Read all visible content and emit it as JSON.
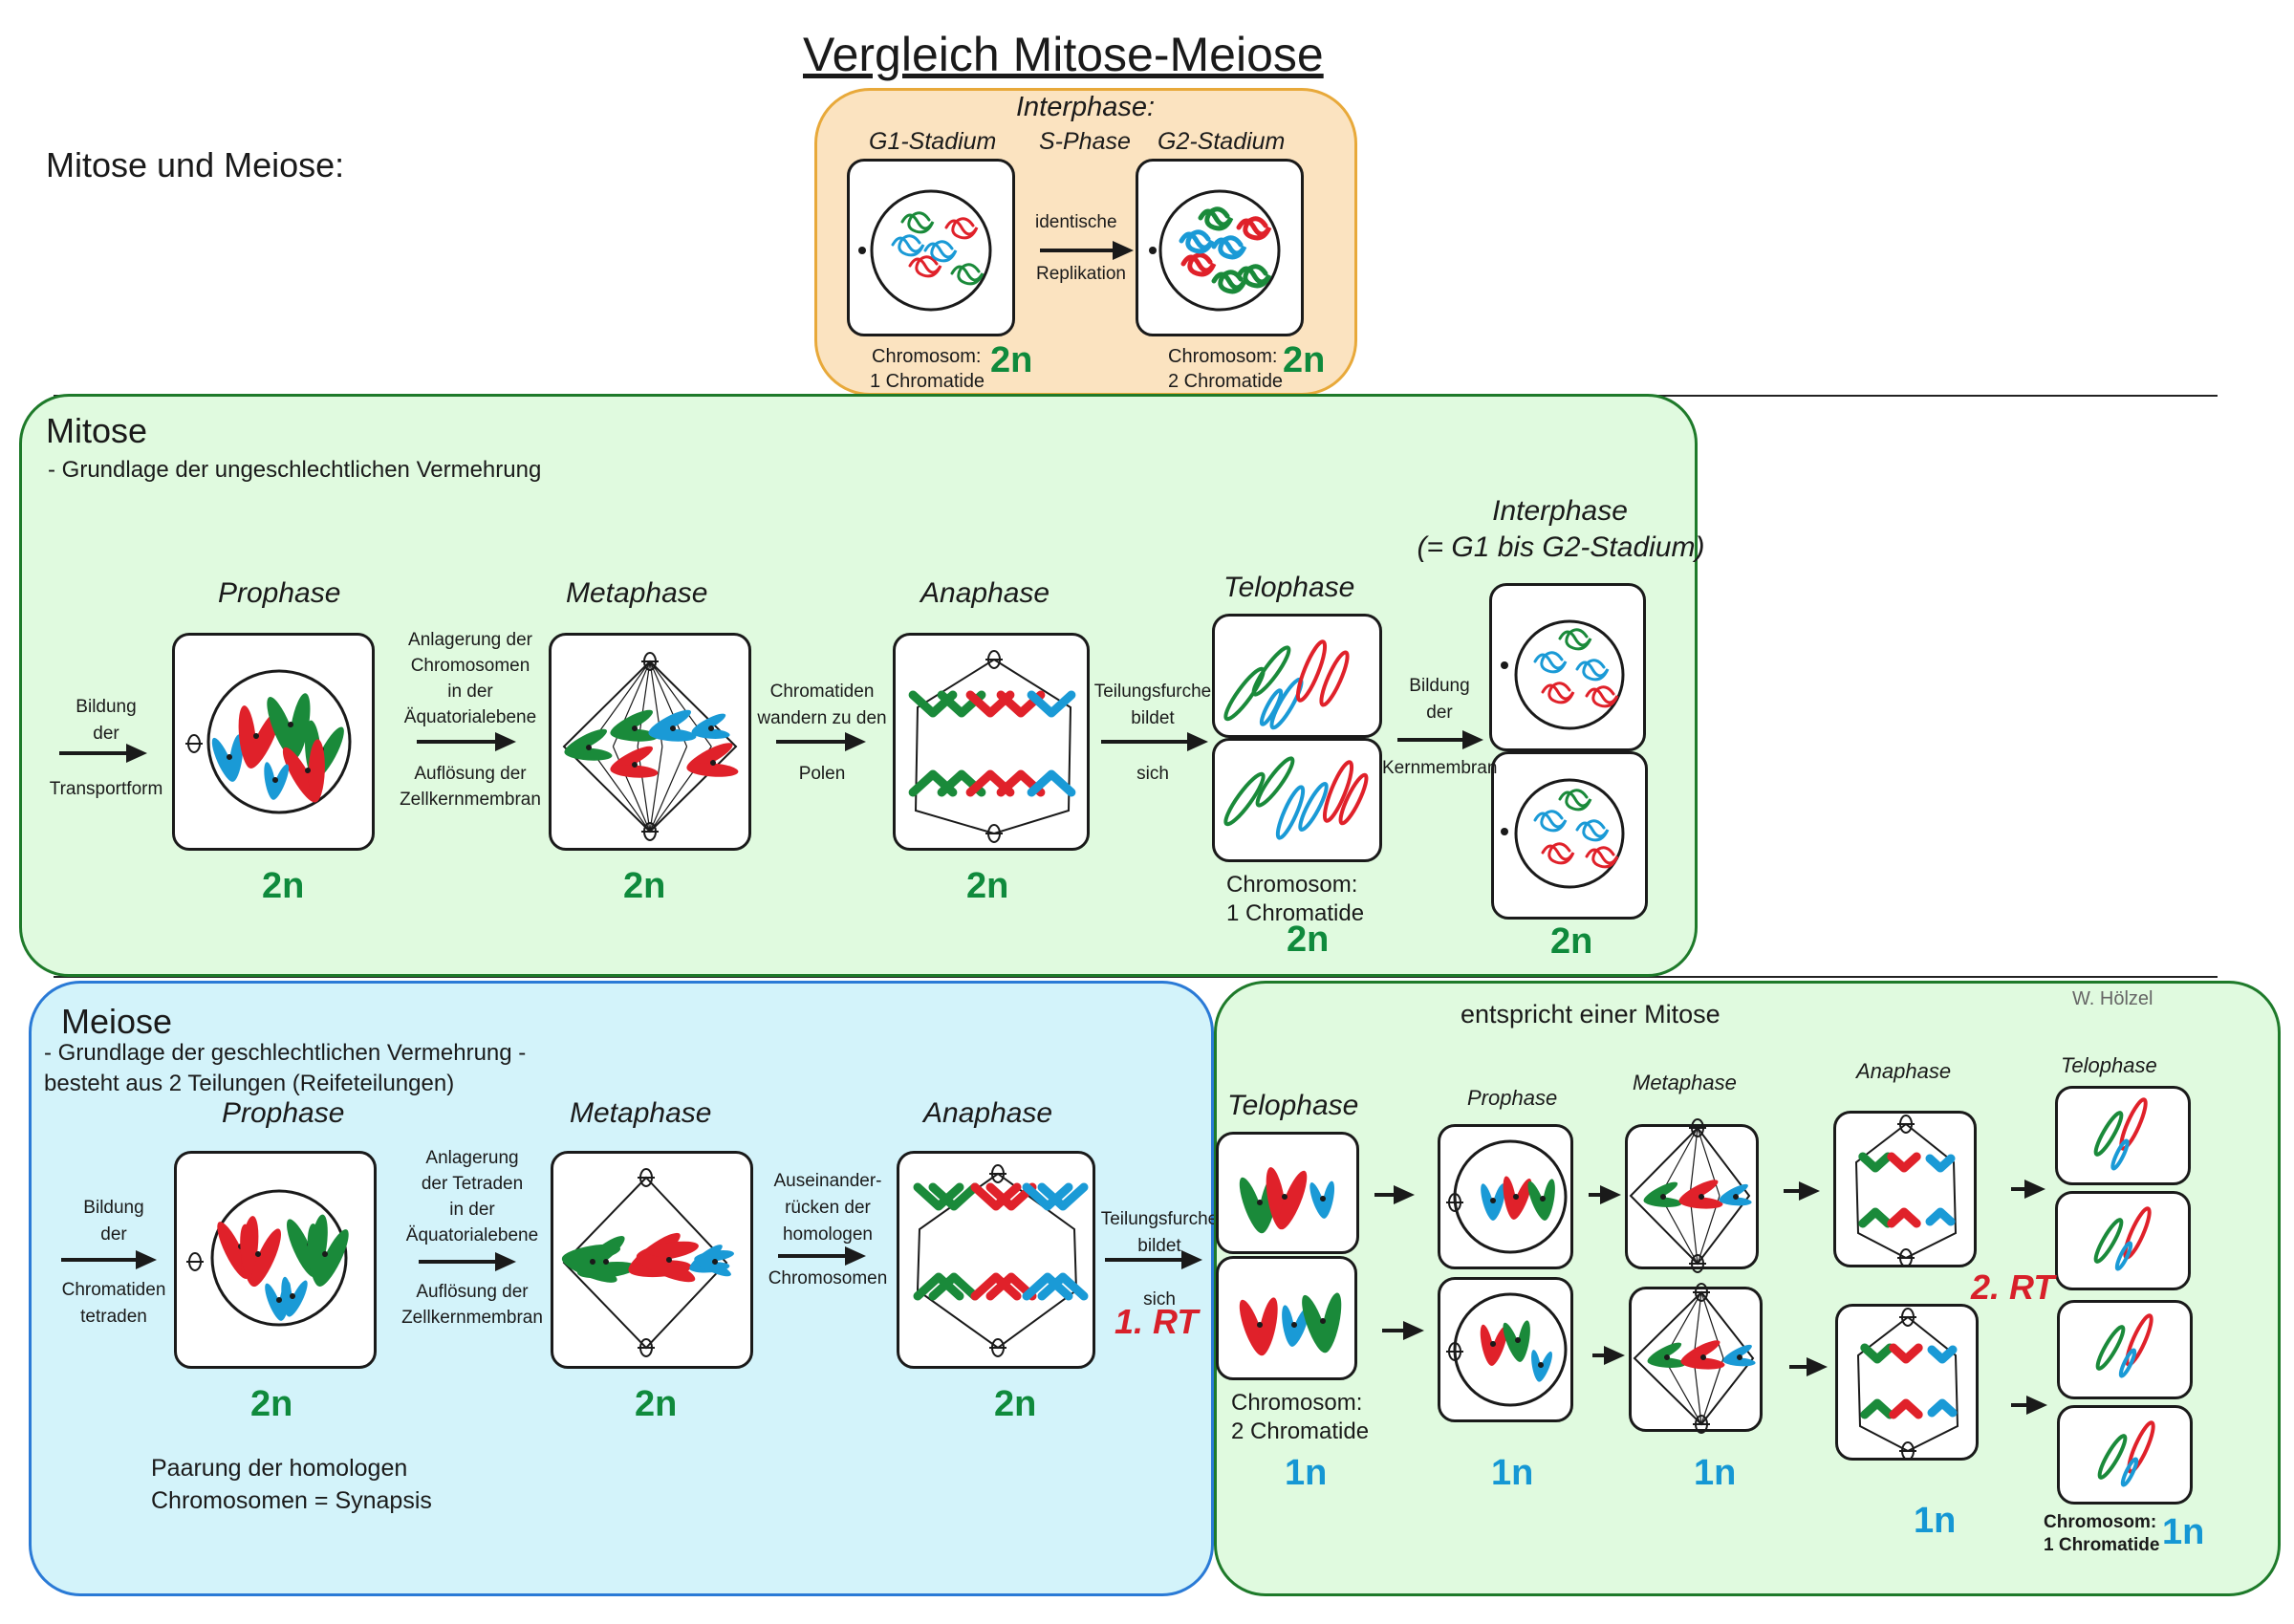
{
  "title": "Vergleich Mitose-Meiose",
  "intro_label": "Mitose und Meiose:",
  "credit": "W. Hölzel",
  "interphase": {
    "heading": "Interphase:",
    "g1_label": "G1-Stadium",
    "s_label": "S-Phase",
    "g2_label": "G2-Stadium",
    "arrow_top": "identische",
    "arrow_bottom": "Replikation",
    "g1_chrom_line1": "Chromosom:",
    "g1_chrom_line2": "1 Chromatide",
    "g1_ploidy": "2n",
    "g2_chrom_line1": "Chromosom:",
    "g2_chrom_line2": "2 Chromatide",
    "g2_ploidy": "2n"
  },
  "mitose": {
    "heading": "Mitose",
    "subtitle": "- Grundlage der ungeschlechtlichen Vermehrung",
    "arrow1": [
      "Bildung",
      "der",
      "Transportform"
    ],
    "prophase": "Prophase",
    "prophase_ploidy": "2n",
    "arrow2": [
      "Anlagerung der",
      "Chromosomen",
      "in der",
      "Äquatorialebene",
      "Auflösung der",
      "Zellkernmembran"
    ],
    "metaphase": "Metaphase",
    "metaphase_ploidy": "2n",
    "arrow3": [
      "Chromatiden",
      "wandern zu den",
      "Polen"
    ],
    "anaphase": "Anaphase",
    "anaphase_ploidy": "2n",
    "arrow4": [
      "Teilungsfurche",
      "bildet",
      "sich"
    ],
    "telophase": "Telophase",
    "telophase_chrom_line1": "Chromosom:",
    "telophase_chrom_line2": "1 Chromatide",
    "telophase_ploidy": "2n",
    "arrow5": [
      "Bildung",
      "der",
      "Kernmembran"
    ],
    "interphase_line1": "Interphase",
    "interphase_line2": "(= G1 bis G2-Stadium)",
    "interphase_ploidy": "2n"
  },
  "meiose": {
    "heading": "Meiose",
    "subtitle1": "- Grundlage der geschlechtlichen Vermehrung -",
    "subtitle2": "besteht aus 2 Teilungen (Reifeteilungen)",
    "arrow1": [
      "Bildung",
      "der",
      "Chromatiden",
      "tetraden"
    ],
    "prophase": "Prophase",
    "prophase_ploidy": "2n",
    "arrow2": [
      "Anlagerung",
      "der Tetraden",
      "in der",
      "Äquatorialebene",
      "Auflösung der",
      "Zellkernmembran"
    ],
    "metaphase": "Metaphase",
    "metaphase_ploidy": "2n",
    "arrow3": [
      "Auseinander-",
      "rücken der",
      "homologen",
      "Chromosomen"
    ],
    "anaphase": "Anaphase",
    "anaphase_ploidy": "2n",
    "arrow4": [
      "Teilungsfurche",
      "bildet",
      "sich"
    ],
    "rt1": "1. RT",
    "synapsis_line1": "Paarung der homologen",
    "synapsis_line2": "Chromosomen = Synapsis"
  },
  "second_division": {
    "heading": "entspricht einer Mitose",
    "telophase": "Telophase",
    "telophase_chrom_line1": "Chromosom:",
    "telophase_chrom_line2": "2 Chromatide",
    "telophase_ploidy": "1n",
    "prophase": "Prophase",
    "prophase_ploidy": "1n",
    "metaphase": "Metaphase",
    "metaphase_ploidy": "1n",
    "anaphase": "Anaphase",
    "anaphase_ploidy": "1n",
    "telophase2": "Telophase",
    "rt2": "2. RT",
    "final_chrom_line1": "Chromosom:",
    "final_chrom_line2": "1 Chromatide",
    "final_ploidy": "1n"
  },
  "colors": {
    "green": "#1a8a3a",
    "red": "#e0212a",
    "blue": "#1a9ad6",
    "ploidy_green": "#0f8a3c",
    "ploidy_blue": "#1597d4",
    "rt_red": "#d8202a",
    "interphase_fill": "#fbe3c0",
    "interphase_border": "#e8a93a",
    "mitose_fill": "#e0fadf",
    "mitose_border": "#1e7a2a",
    "meiose_fill": "#d3f3fa",
    "meiose_border": "#2a7ad6"
  }
}
